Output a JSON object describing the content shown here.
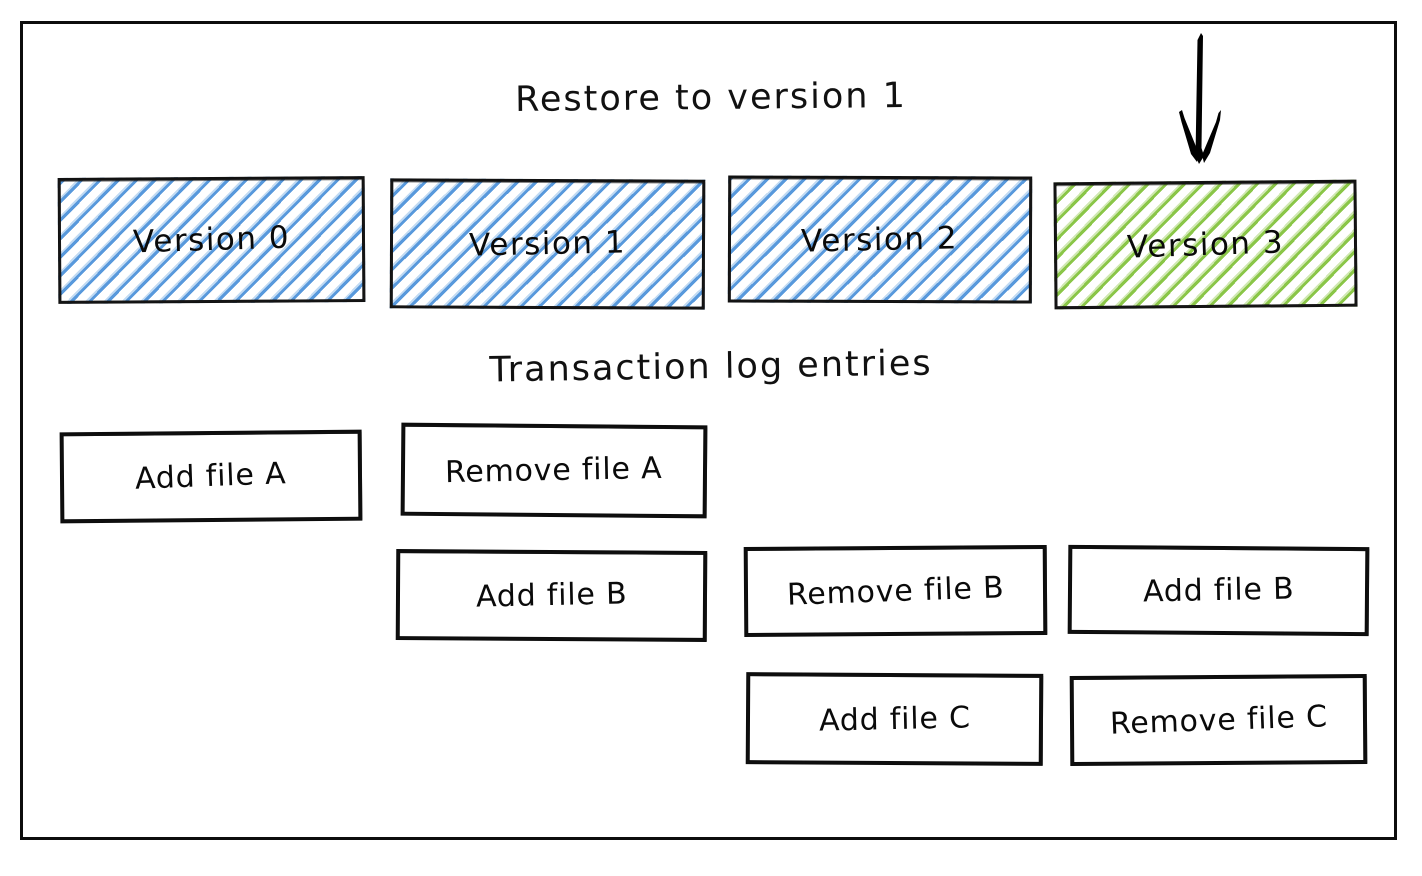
{
  "diagram": {
    "title": "Restore to version 1",
    "subtitle": "Transaction log entries",
    "frame_color": "#0d0d0d",
    "background_color": "#ffffff",
    "arrow": {
      "name": "restore-target-arrow",
      "direction": "down",
      "points_to": "Version 3",
      "color": "#000000"
    },
    "versions": [
      {
        "label": "Version 0",
        "state": "existing",
        "fill": "hatch-blue",
        "color": "#4a90d9"
      },
      {
        "label": "Version 1",
        "state": "existing",
        "fill": "hatch-blue",
        "color": "#4a90d9"
      },
      {
        "label": "Version 2",
        "state": "existing",
        "fill": "hatch-blue",
        "color": "#4a90d9"
      },
      {
        "label": "Version 3",
        "state": "restored",
        "fill": "hatch-green",
        "color": "#84c33e"
      }
    ],
    "log_columns": [
      {
        "version": "Version 0",
        "entries": [
          "Add file A"
        ]
      },
      {
        "version": "Version 1",
        "entries": [
          "Remove file A",
          "Add file B"
        ]
      },
      {
        "version": "Version 2",
        "entries": [
          "Remove file B",
          "Add file C"
        ]
      },
      {
        "version": "Version 3",
        "entries": [
          "Add file B",
          "Remove file C"
        ]
      }
    ]
  }
}
